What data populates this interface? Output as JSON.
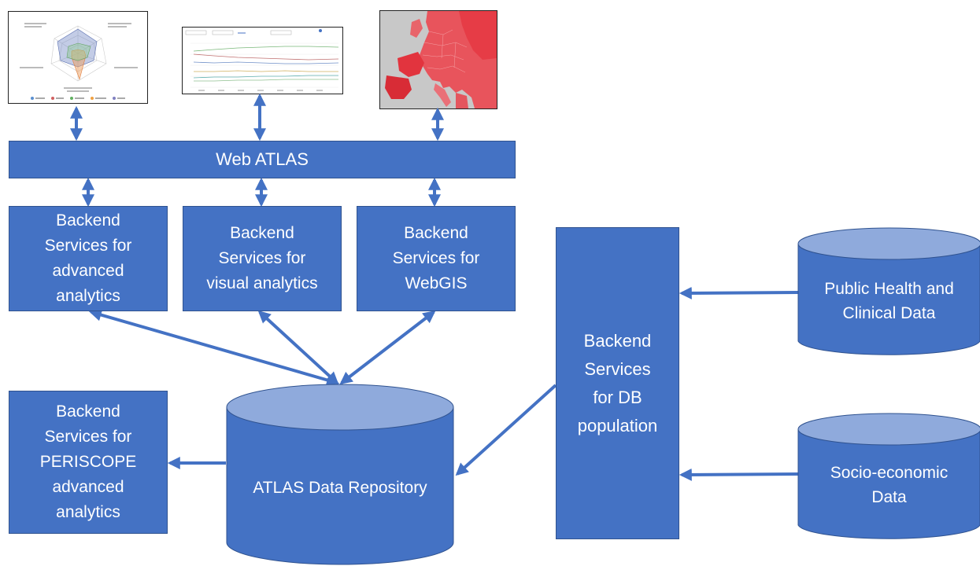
{
  "web_atlas": {
    "label": "Web ATLAS"
  },
  "services": {
    "advanced": [
      "Backend",
      "Services for",
      "advanced",
      "analytics"
    ],
    "visual": [
      "Backend",
      "Services for",
      "visual analytics"
    ],
    "webgis": [
      "Backend",
      "Services for",
      "WebGIS"
    ],
    "periscope": [
      "Backend",
      "Services for",
      "PERISCOPE",
      "advanced",
      "analytics"
    ],
    "db_population": [
      "Backend",
      "Services",
      "for DB",
      "population"
    ]
  },
  "repositories": {
    "atlas": [
      "ATLAS Data Repository"
    ],
    "public_health": [
      "Public Health and",
      "Clinical Data"
    ],
    "socio_economic": [
      "Socio-economic",
      "Data"
    ]
  },
  "colors": {
    "box": "#4472c4",
    "border": "#2f528f",
    "cyl_top": "#8faadc",
    "arrow": "#4472c4"
  },
  "thumbnails": {
    "left": "radar-chart-thumbnail",
    "middle": "line-chart-thumbnail",
    "right": "europe-map-thumbnail"
  }
}
